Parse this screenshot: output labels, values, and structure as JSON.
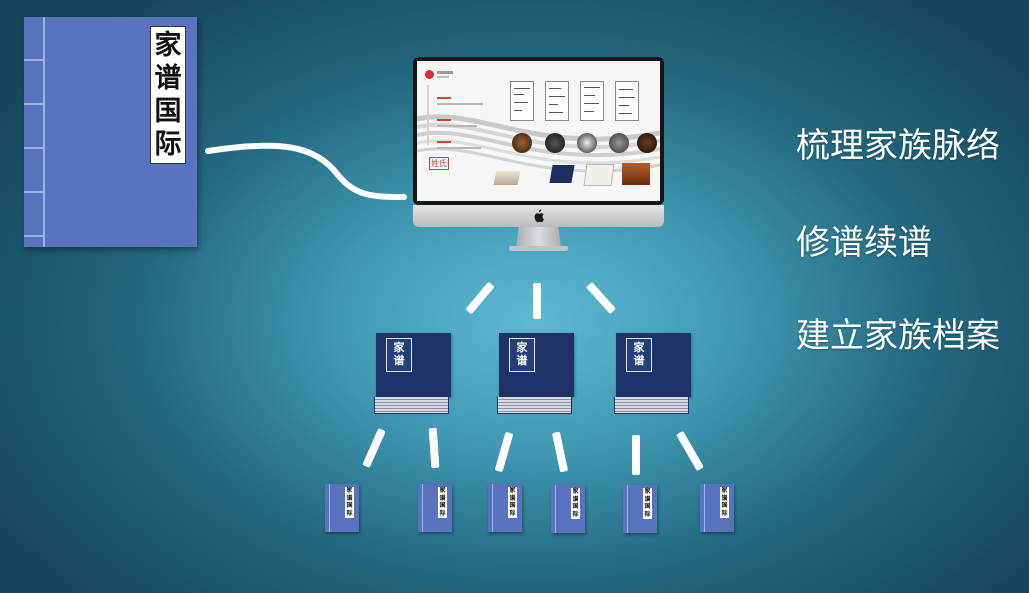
{
  "source_book": {
    "title_chars": [
      "家",
      "谱",
      "国",
      "际"
    ]
  },
  "monitor": {
    "screen_side_chars": "姓氏"
  },
  "mid_books": [
    {
      "title_chars": [
        "家",
        "谱"
      ]
    },
    {
      "title_chars": [
        "家",
        "谱"
      ]
    },
    {
      "title_chars": [
        "家",
        "谱"
      ]
    }
  ],
  "small_books": [
    {
      "title_chars": [
        "家",
        "谱",
        "国",
        "际"
      ]
    },
    {
      "title_chars": [
        "家",
        "谱",
        "国",
        "际"
      ]
    },
    {
      "title_chars": [
        "家",
        "谱",
        "国",
        "际"
      ]
    },
    {
      "title_chars": [
        "家",
        "谱",
        "国",
        "际"
      ]
    },
    {
      "title_chars": [
        "家",
        "谱",
        "国",
        "际"
      ]
    },
    {
      "title_chars": [
        "家",
        "谱",
        "国",
        "际"
      ]
    }
  ],
  "features": [
    "梳理家族脉络",
    "修谱续谱",
    "建立家族档案"
  ],
  "colors": {
    "book_blue": "#5a73bf",
    "book_navy": "#1e3468",
    "connector": "#ffffff",
    "background_center": "#5fb9d3",
    "background_edge": "#15465a"
  },
  "icons": [
    "apple-logo-icon"
  ]
}
